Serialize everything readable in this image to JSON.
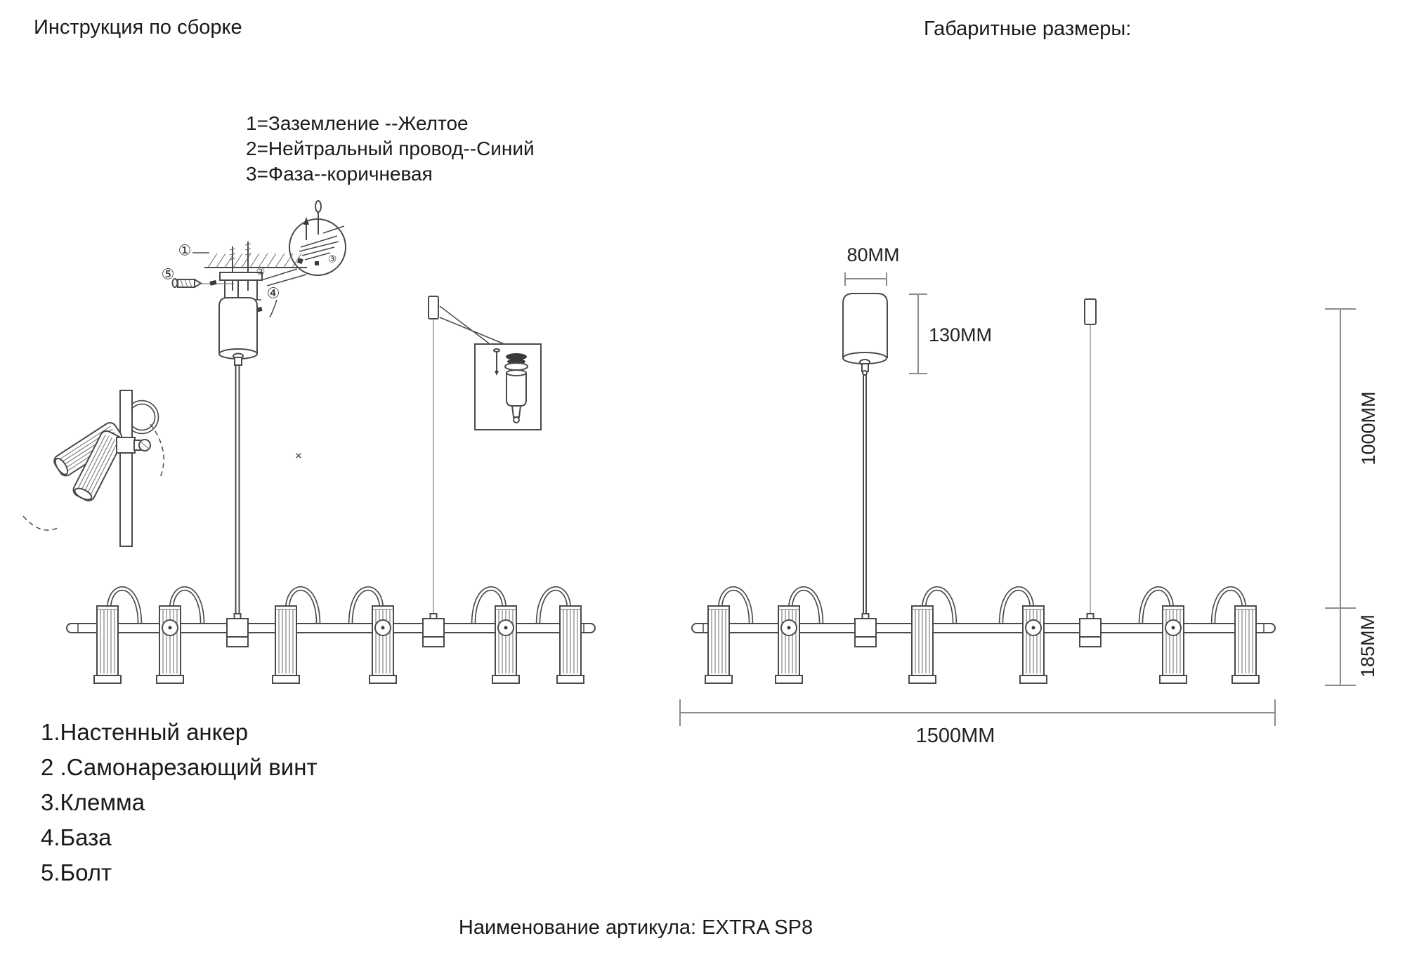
{
  "page": {
    "title_left": "Инструкция по сборке",
    "title_right": "Габаритные размеры:",
    "footer": "Наименование артикула: EXTRA SP8"
  },
  "wiring_legend": {
    "lines": [
      "1=Заземление --Желтое",
      "2=Нейтральный провод--Синий",
      "3=Фаза--коричневая"
    ]
  },
  "parts_list": {
    "items": [
      "1.Настенный анкер",
      "2 .Самонарезающий винт",
      "3.Клемма",
      "4.База",
      "5.Болт"
    ]
  },
  "dimensions": {
    "canopy_width": "80MM",
    "canopy_height": "130MM",
    "suspension_length": "1000MM",
    "fixture_height": "185MM",
    "fixture_length": "1500MM"
  },
  "callouts": {
    "n1": "①",
    "n2": "②",
    "n3": "③",
    "n4": "④",
    "n5": "⑤",
    "cross": "×"
  },
  "colors": {
    "line": "#4a4a4a",
    "dimension_line": "#8c8c8c",
    "text": "#1a1a1a",
    "background": "#ffffff"
  }
}
